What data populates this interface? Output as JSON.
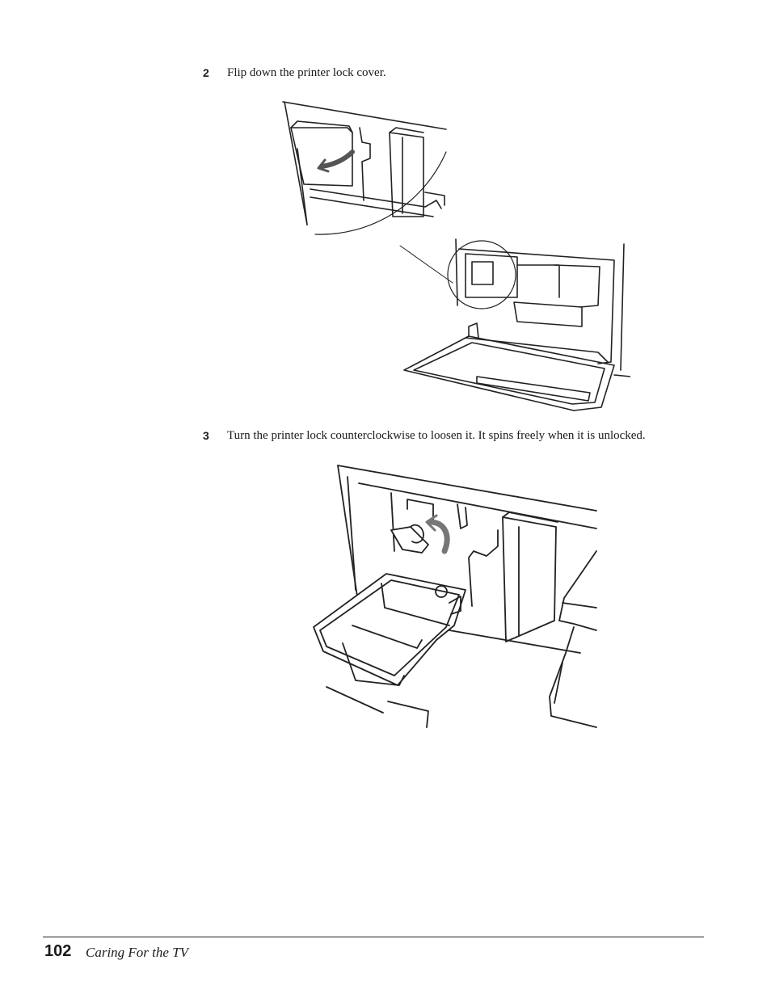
{
  "steps": [
    {
      "number": "2",
      "text": "Flip down the printer lock cover."
    },
    {
      "number": "3",
      "text": "Turn the printer lock counterclockwise to loosen it. It spins freely when it is unlocked."
    }
  ],
  "footer": {
    "page_number": "102",
    "section_title": "Caring For the TV"
  }
}
